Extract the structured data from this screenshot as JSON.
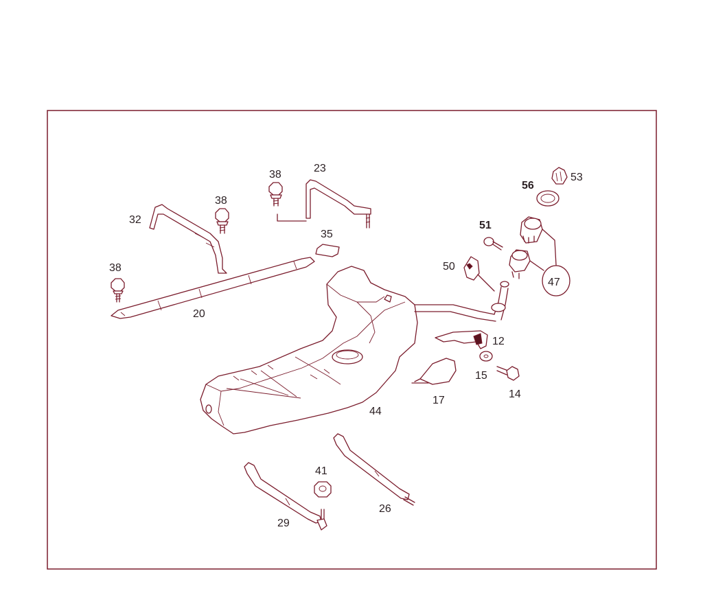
{
  "colors": {
    "line": "#7a1c2c",
    "frame": "#7a1c2c",
    "text": "#2a1f22",
    "background": "#ffffff"
  },
  "labels": {
    "p12": "12",
    "p14": "14",
    "p15": "15",
    "p17": "17",
    "p20": "20",
    "p23": "23",
    "p26": "26",
    "p29": "29",
    "p32": "32",
    "p35": "35",
    "p38a": "38",
    "p38b": "38",
    "p38c": "38",
    "p41": "41",
    "p44": "44",
    "p47": "47",
    "p50": "50",
    "p51": "51",
    "p53": "53",
    "p56": "56"
  }
}
